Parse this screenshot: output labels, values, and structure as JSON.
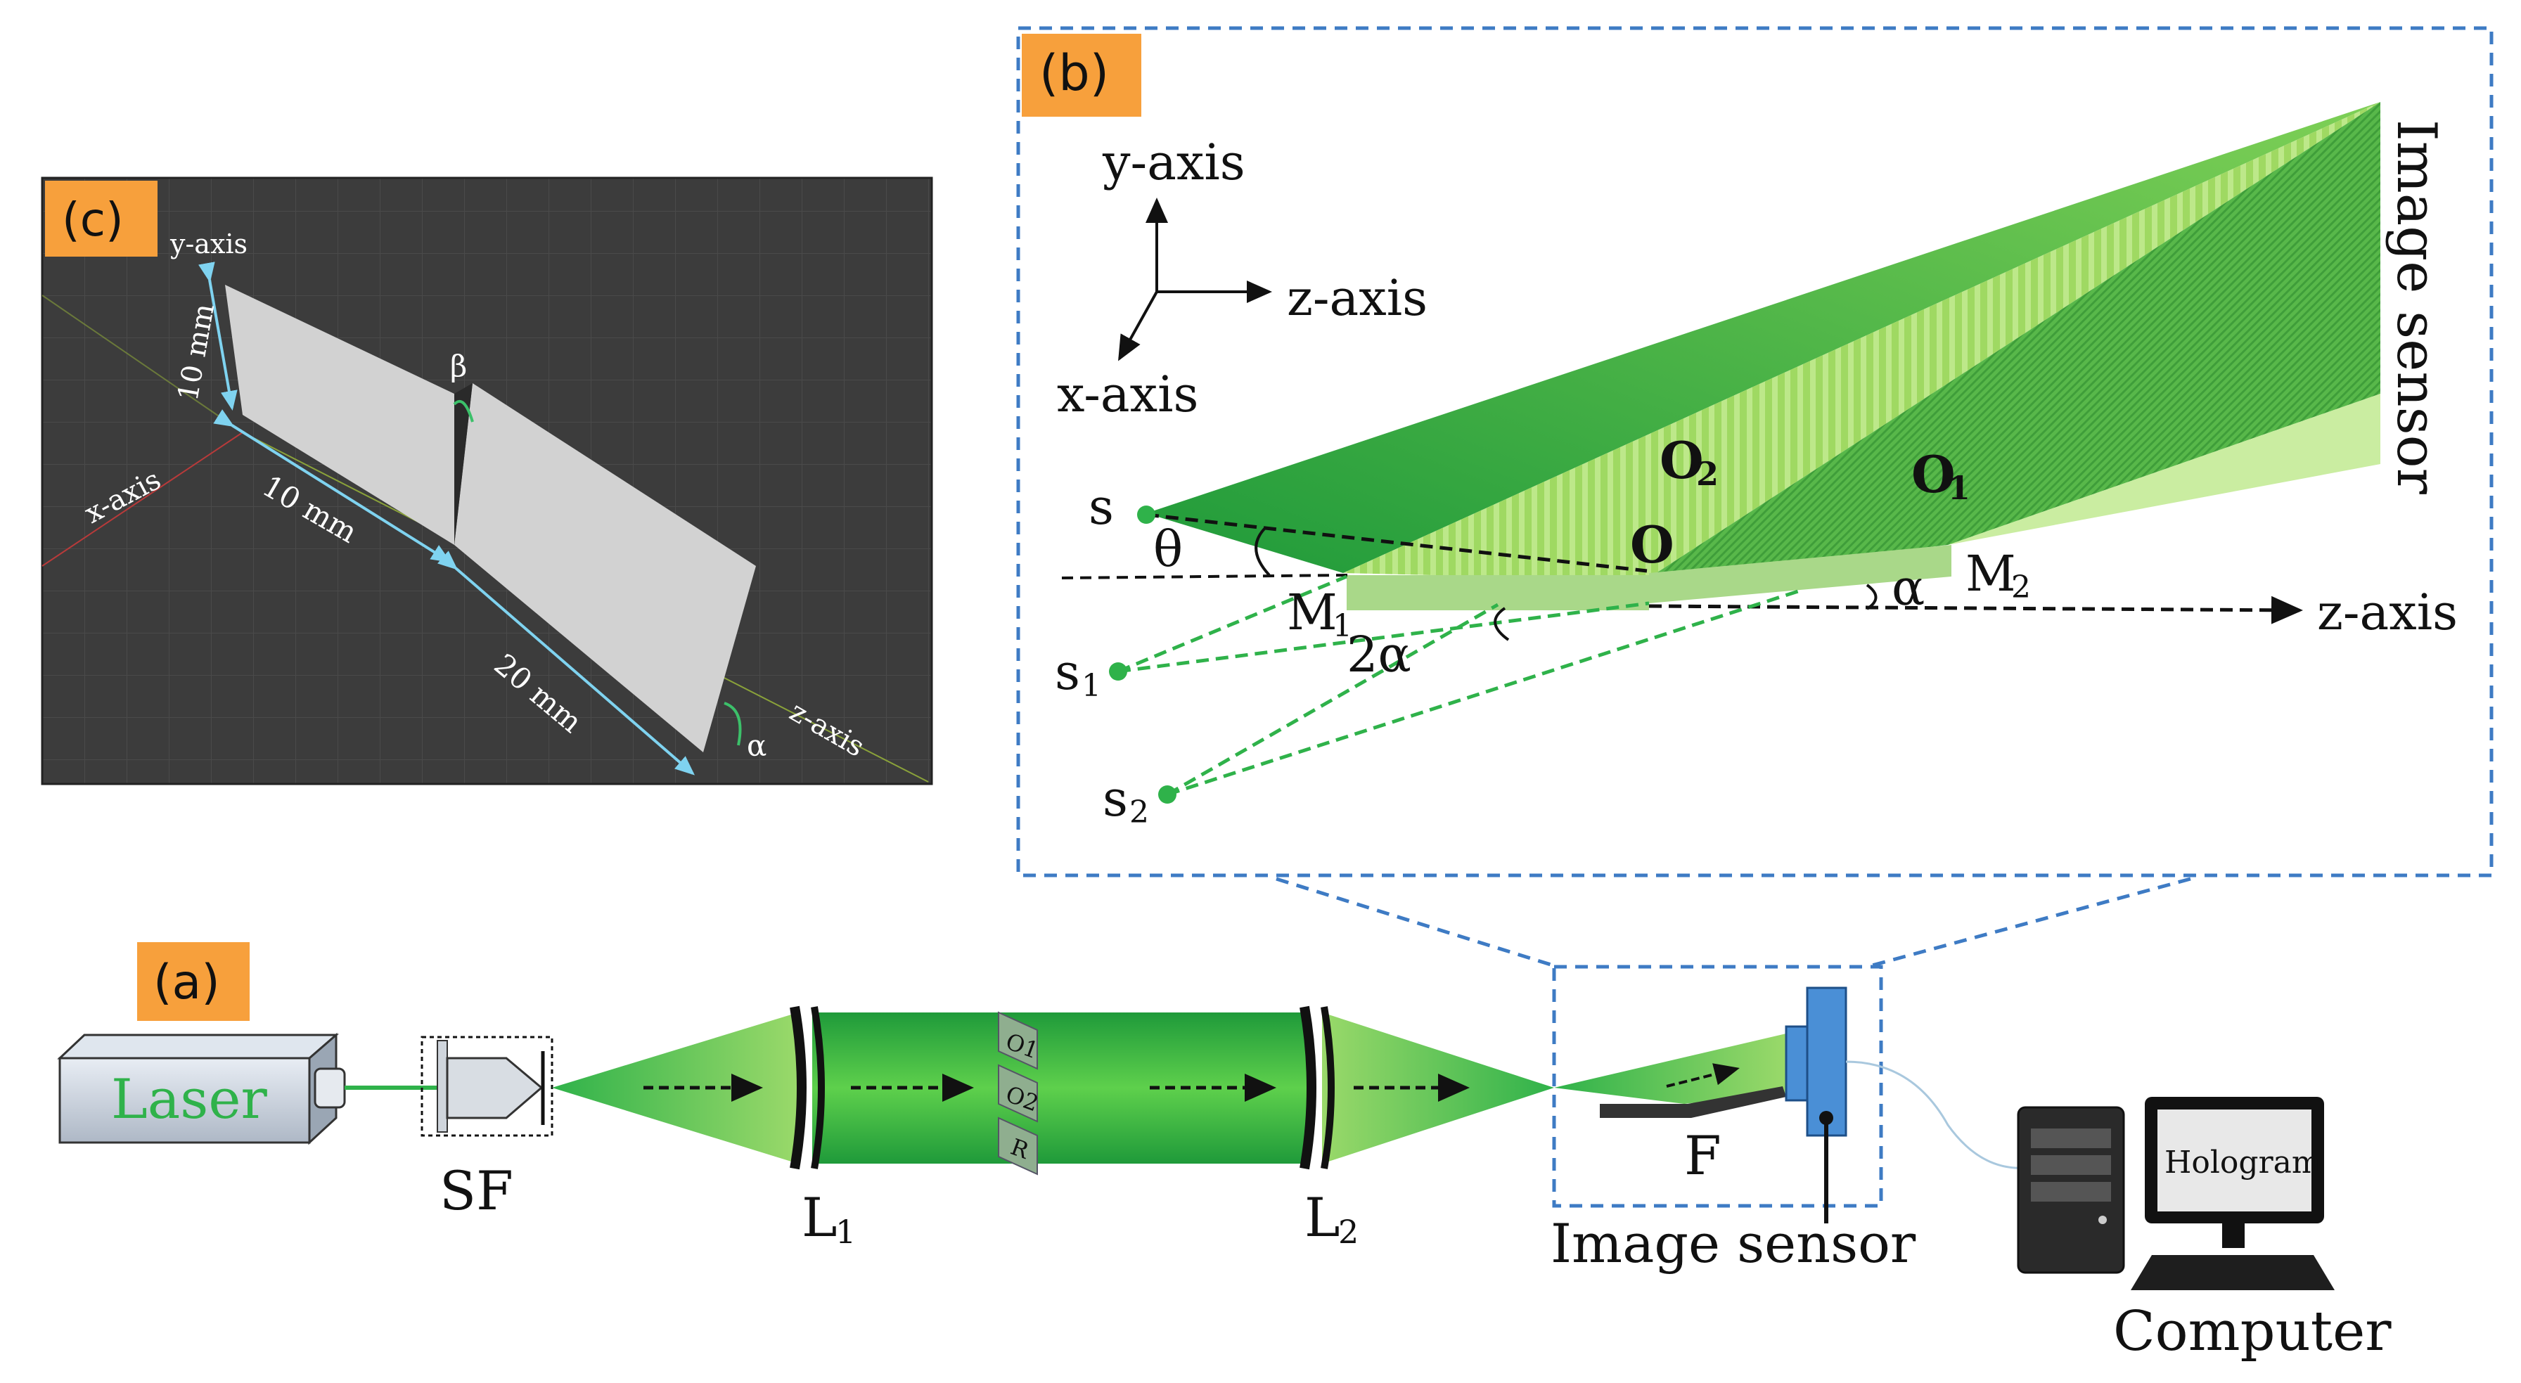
{
  "panel_a": {
    "tag": "(a)",
    "laser": "Laser",
    "sf": "SF",
    "l1": "L",
    "l1_sub": "1",
    "l2": "L",
    "l2_sub": "2",
    "obj1": "O1",
    "obj2": "O2",
    "ref": "R",
    "filter": "F",
    "sensor": "Image sensor",
    "screen": "Hologram",
    "computer": "Computer"
  },
  "panel_b": {
    "tag": "(b)",
    "y_axis": "y-axis",
    "z_axis": "z-axis",
    "x_axis": "x-axis",
    "sensor": "Image sensor",
    "s": "s",
    "s1": "s",
    "s1_sub": "1",
    "s2": "s",
    "s2_sub": "2",
    "theta": "θ",
    "m1": "M",
    "m1_sub": "1",
    "m2": "M",
    "m2_sub": "2",
    "two_alpha": "2α",
    "alpha": "α",
    "o": "O",
    "o1": "O",
    "o1_sub": "1",
    "o2": "O",
    "o2_sub": "2",
    "z_axis_2": "z-axis"
  },
  "panel_c": {
    "tag": "(c)",
    "y_axis": "y-axis",
    "x_axis": "x-axis",
    "z_axis": "z-axis",
    "h": "10 mm",
    "w1": "10 mm",
    "w2": "20 mm",
    "beta": "β",
    "alpha": "α"
  },
  "colors": {
    "laser_green": "#2fb24a",
    "beam_light": "#b9e27a",
    "tag_orange": "#f7a03c",
    "frame_blue": "#3e7bc4",
    "sensor_blue": "#4a8fd6",
    "panel_dark": "#3a3a3a"
  }
}
